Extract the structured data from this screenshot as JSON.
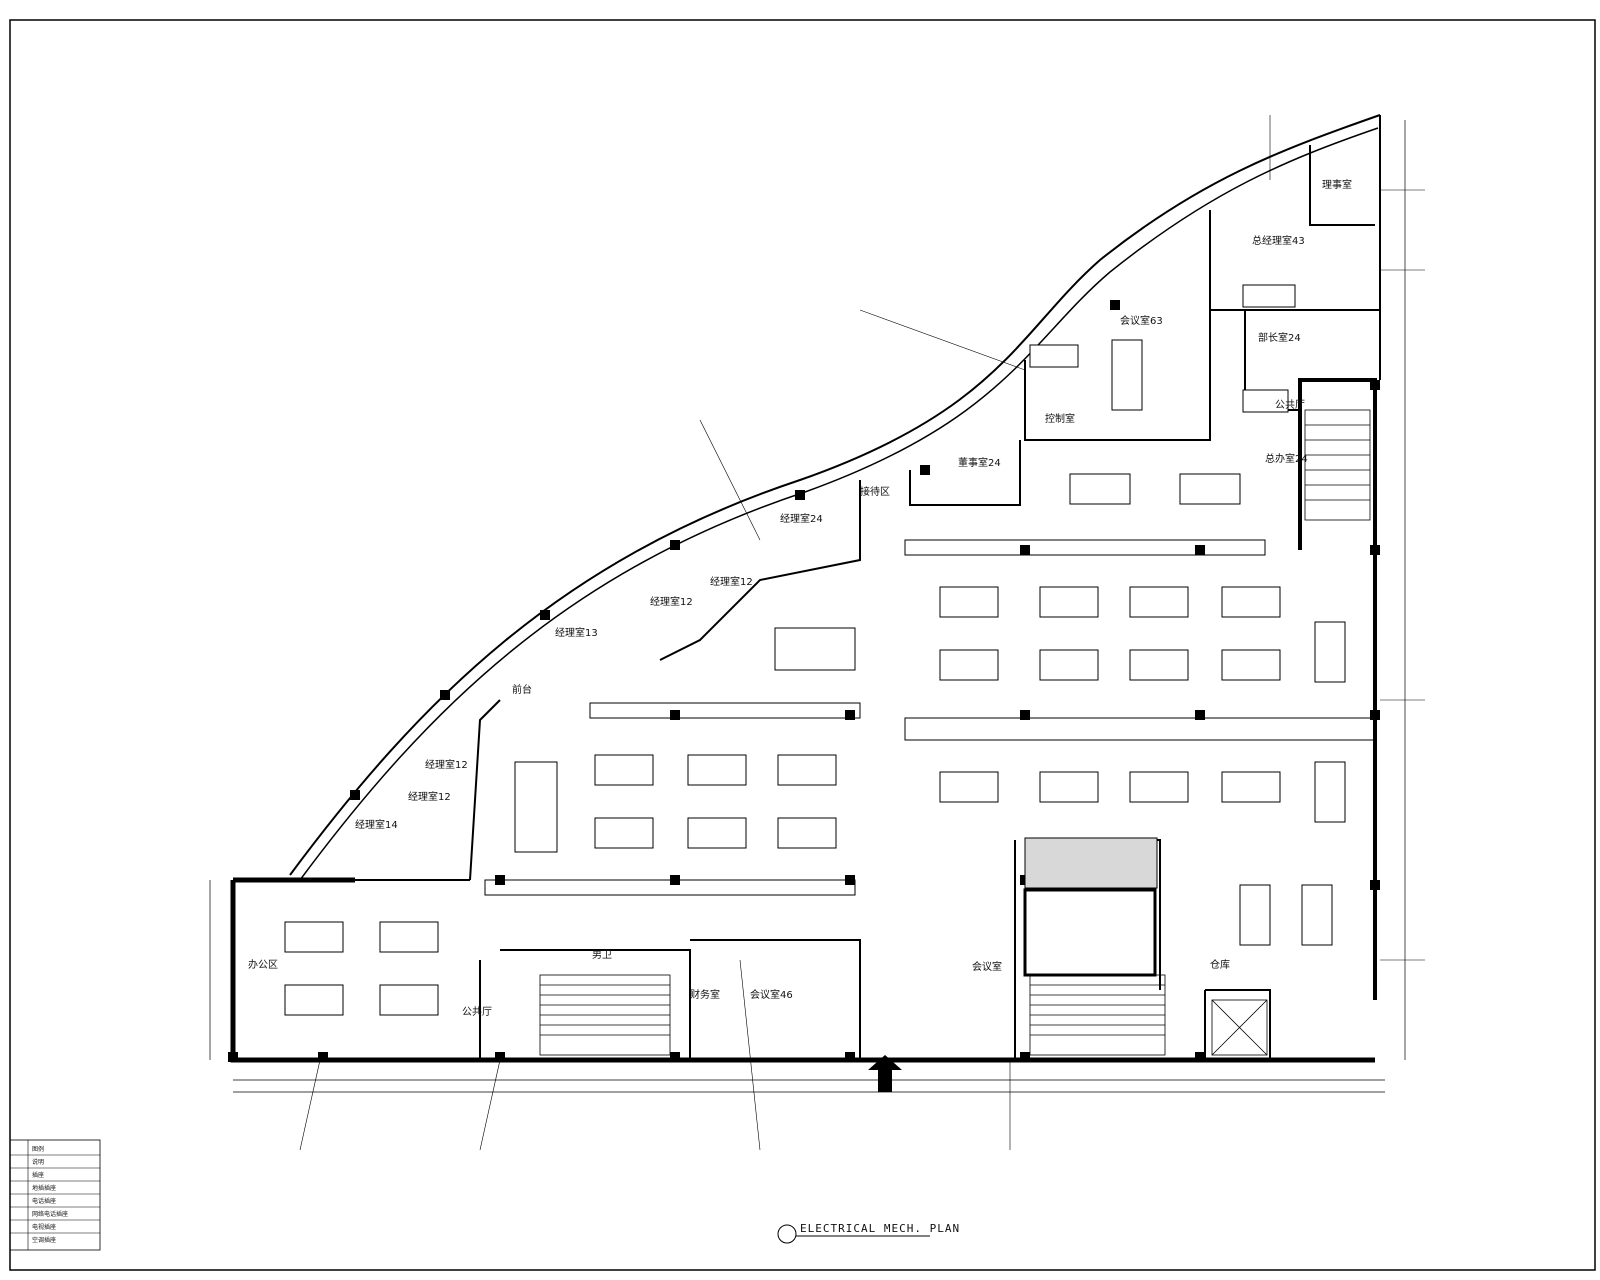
{
  "drawing": {
    "title": "ELECTRICAL MECH. PLAN"
  },
  "rooms": {
    "r1": "理事室",
    "r2": "总经理室43",
    "r3": "会议室63",
    "r4": "部长室24",
    "r5": "董事室24",
    "r6": "控制室",
    "r7": "总办室24",
    "r8": "经理室24",
    "r9": "经理室12",
    "r10": "经理室12",
    "r11": "经理室13",
    "r12": "经理室12",
    "r13": "经理室12",
    "r14": "经理室14",
    "r15": "办公区",
    "r16": "公共厅",
    "r17": "男卫",
    "r18": "会议室46",
    "r19": "财务室",
    "r20": "会议室",
    "r21": "前台",
    "r22": "接待区",
    "r23": "公共厅",
    "r24": "仓库"
  },
  "legend": {
    "header": "图例",
    "items": [
      "说明",
      "插座",
      "地插插座",
      "电话插座",
      "网络电话插座",
      "电视插座",
      "空调插座"
    ]
  }
}
